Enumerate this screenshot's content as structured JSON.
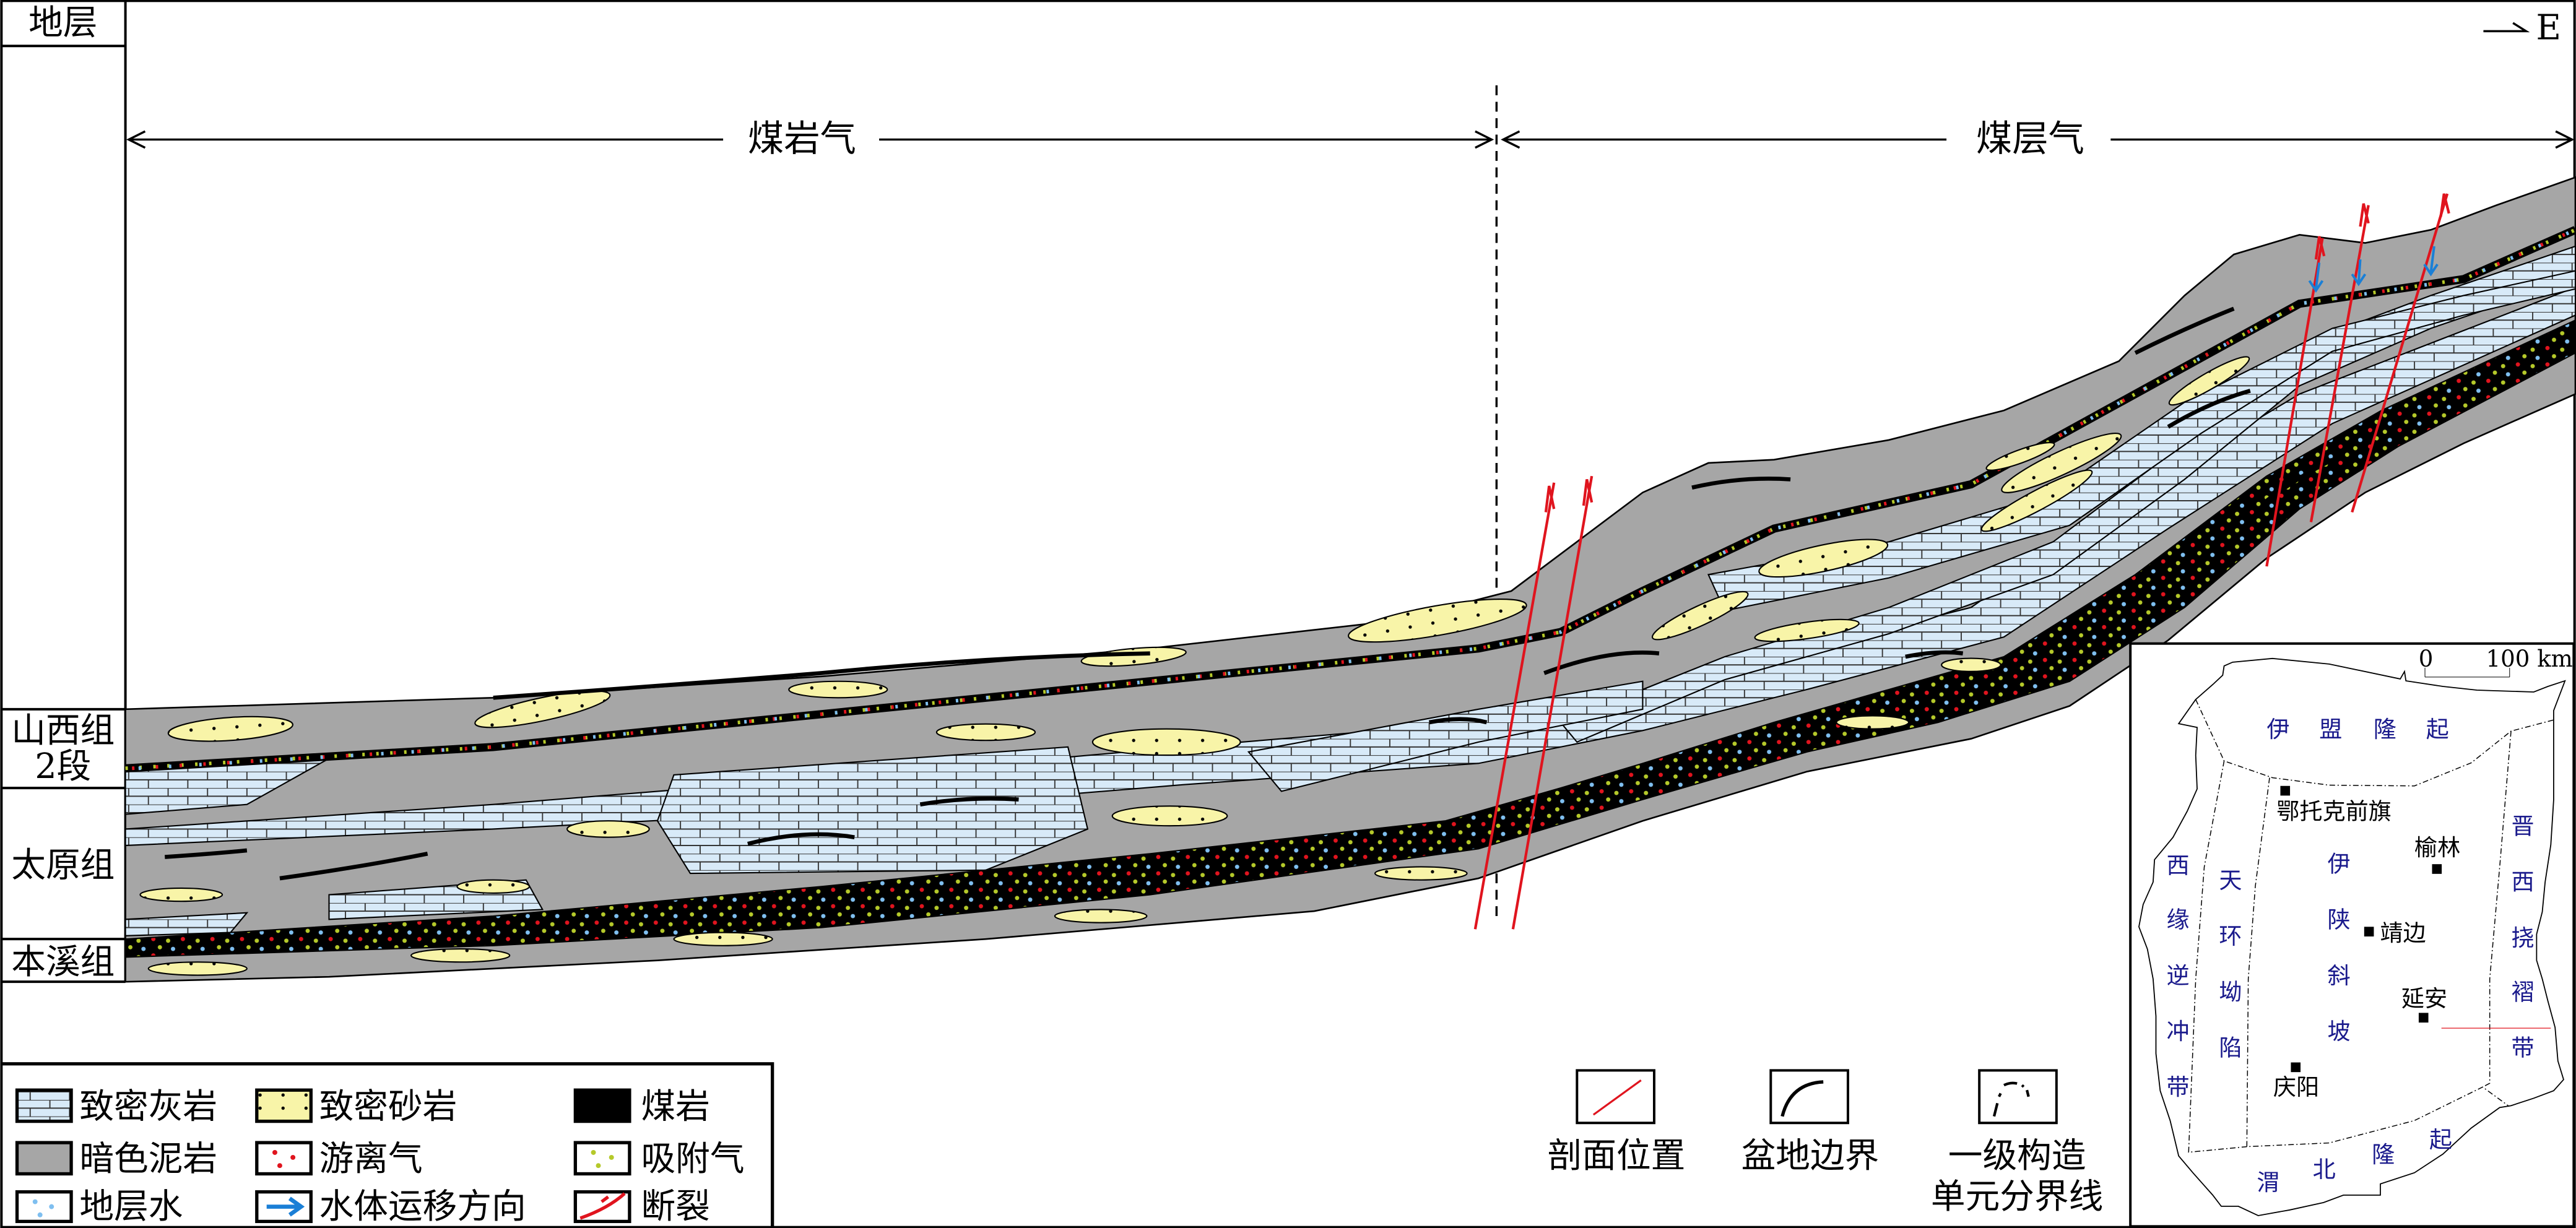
{
  "column": {
    "header": "地层",
    "units": [
      {
        "line1": "山西组",
        "line2": "2段"
      },
      {
        "line1": "太原组"
      },
      {
        "line1": "本溪组"
      }
    ]
  },
  "section": {
    "direction": "E",
    "zone_west": "煤岩气",
    "zone_east": "煤层气"
  },
  "legend": {
    "items": [
      {
        "label": "致密灰岩",
        "icon": "limestone-swatch"
      },
      {
        "label": "致密砂岩",
        "icon": "sandstone-swatch"
      },
      {
        "label": "煤岩",
        "icon": "coal-swatch"
      },
      {
        "label": "暗色泥岩",
        "icon": "mudstone-swatch"
      },
      {
        "label": "游离气",
        "icon": "free-gas-swatch"
      },
      {
        "label": "吸附气",
        "icon": "adsorbed-gas-swatch"
      },
      {
        "label": "地层水",
        "icon": "formation-water-swatch"
      },
      {
        "label": "水体运移方向",
        "icon": "water-flow-arrow"
      },
      {
        "label": "断裂",
        "icon": "fault-swatch"
      }
    ],
    "map_items": [
      {
        "label": "剖面位置"
      },
      {
        "label": "盆地边界"
      },
      {
        "label_line1": "一级构造",
        "label_line2": "单元分界线"
      }
    ],
    "colors": {
      "limestone": "#d8eaf8",
      "sandstone": "#f8f4a8",
      "mudstone": "#a6a6a6",
      "coal": "#000000",
      "free_gas": "#e0141e",
      "adsorbed_gas": "#b5c92a",
      "water": "#7fbff0",
      "fault": "#e0141e",
      "flow": "#1a7fd6"
    }
  },
  "inset_map": {
    "scale": {
      "zero": "0",
      "end": "100 km"
    },
    "units": {
      "north": [
        "伊",
        "盟",
        "隆",
        "起"
      ],
      "west": [
        "西",
        "缘",
        "逆",
        "冲",
        "带"
      ],
      "tianhuan": [
        "天",
        "环",
        "坳",
        "陷"
      ],
      "slope": [
        "伊",
        "陕",
        "斜",
        "坡"
      ],
      "east": [
        "晋",
        "西",
        "挠",
        "褶",
        "带"
      ],
      "south": [
        "渭",
        "北",
        "隆",
        "起"
      ]
    },
    "cities": [
      "鄂托克前旗",
      "榆林",
      "靖边",
      "延安",
      "庆阳"
    ]
  }
}
